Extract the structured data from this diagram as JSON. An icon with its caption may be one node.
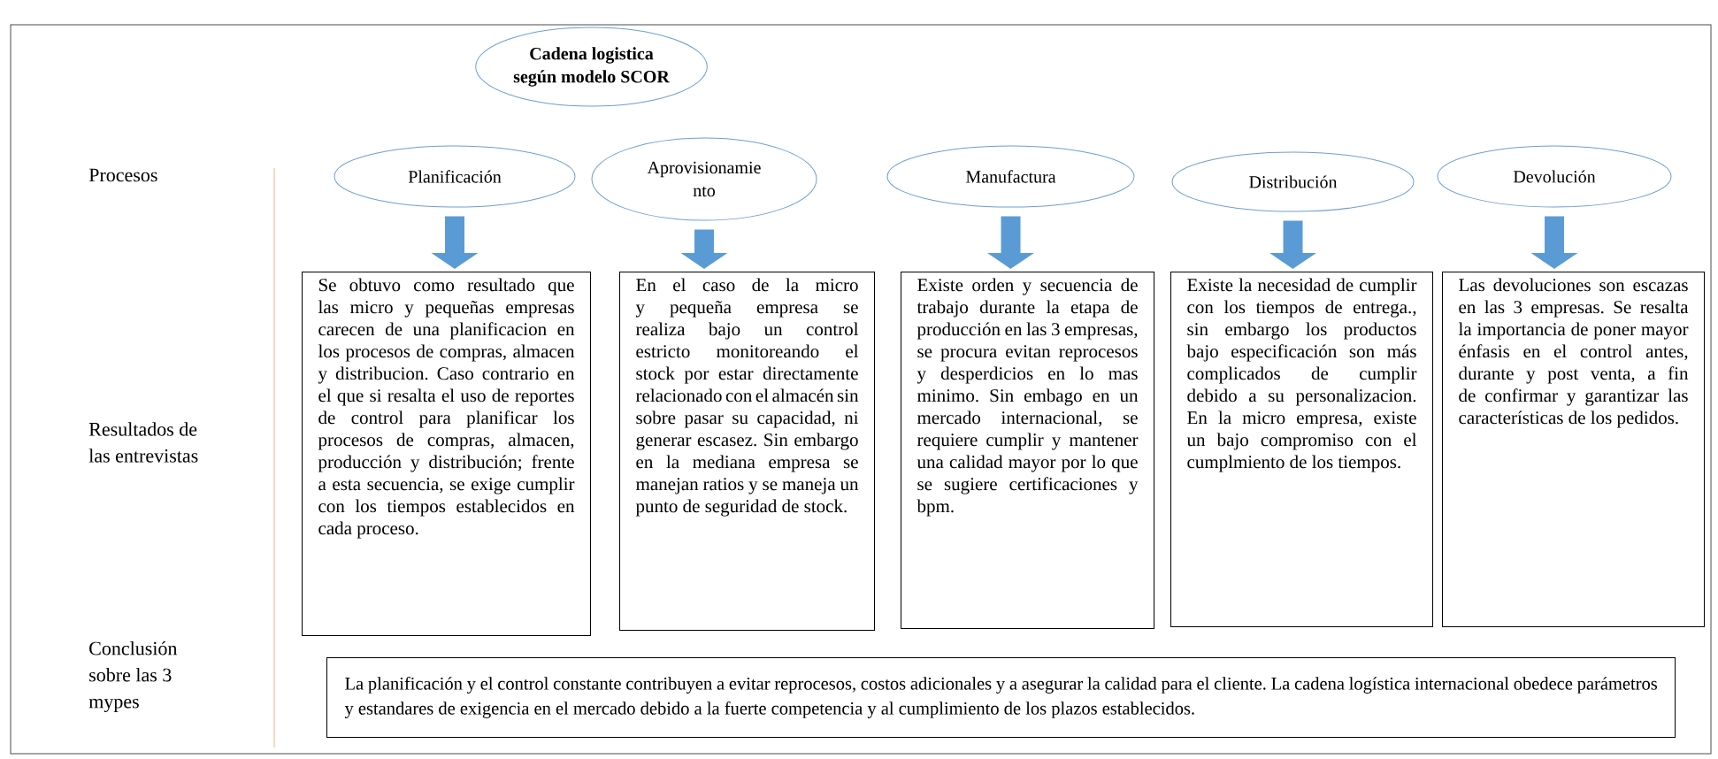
{
  "diagram": {
    "nodes": [
      {
        "text": [
          "Cadena logistica según modelo SCOR"
        ]
      },
      {
        "text": [
          "Planificación"
        ]
      },
      {
        "text": [
          "Aprovisionamie nto"
        ]
      },
      {
        "text": [
          "Manufactura"
        ]
      },
      {
        "text": [
          "Distribución"
        ]
      },
      {
        "text": [
          "Devolución"
        ]
      },
      {
        "text": [
          "Se obtuvo como resultado que las micro y pequeñas empresas carecen de una planificacion en los procesos de compras, almacen y distribucion. Caso contrario en el que si resalta el uso de reportes de control para planificar los procesos de compras, almacen, producción y distribución; frente a esta secuencia, se exige cumplir con los tiempos establecidos en cada proceso."
        ]
      },
      {
        "text": [
          "En el caso de la micro y pequeña empresa se realiza bajo un control estricto monitoreando el stock por estar directamente relacionado con el almacén sin sobre pasar su capacidad, ni generar escasez. Sin embargo en la mediana empresa se manejan ratios y se maneja un punto de seguridad de stock."
        ]
      },
      {
        "text": [
          "Existe orden y secuencia de trabajo durante la etapa de producción en las 3 empresas, se procura evitan reprocesos y desperdicios en lo mas minimo. Sin embago en un mercado internacional, se requiere cumplir y mantener una calidad mayor por lo que se sugiere certificaciones y bpm."
        ]
      },
      {
        "text": [
          "Existe la necesidad de cumplir con los tiempos de entrega., sin embargo los productos bajo especificación son más complicados de cumplir debido a su personalizacion. En la micro empresa, existe un bajo compromiso con el cumplmiento de los tiempos."
        ]
      },
      {
        "text": [
          "Las devoluciones son escazas en las 3 empresas. Se resalta la importancia de poner mayor énfasis en el control antes, durante y post venta, a fin de confirmar y garantizar las características de los pedidos."
        ]
      },
      {
        "text": [
          "La planificación y el control constante contribuyen a evitar reprocesos, costos adicionales y a asegurar la calidad para el cliente. La cadena logística internacional obedece parámetros y estandares de exigencia en el mercado debido a la fuerte competencia y al cumplimiento de los plazos establecidos."
        ]
      }
    ],
    "edges": [
      {
        "from": 1,
        "to": 6,
        "arrow": "to"
      },
      {
        "from": 2,
        "to": 7,
        "arrow": "to"
      },
      {
        "from": 3,
        "to": 8,
        "arrow": "to"
      },
      {
        "from": 4,
        "to": 9,
        "arrow": "to"
      },
      {
        "from": 5,
        "to": 10,
        "arrow": "to"
      }
    ],
    "labels": [
      "Procesos",
      "Resultados de las entrevistas",
      "Conclusión sobre las 3 mypes"
    ]
  }
}
